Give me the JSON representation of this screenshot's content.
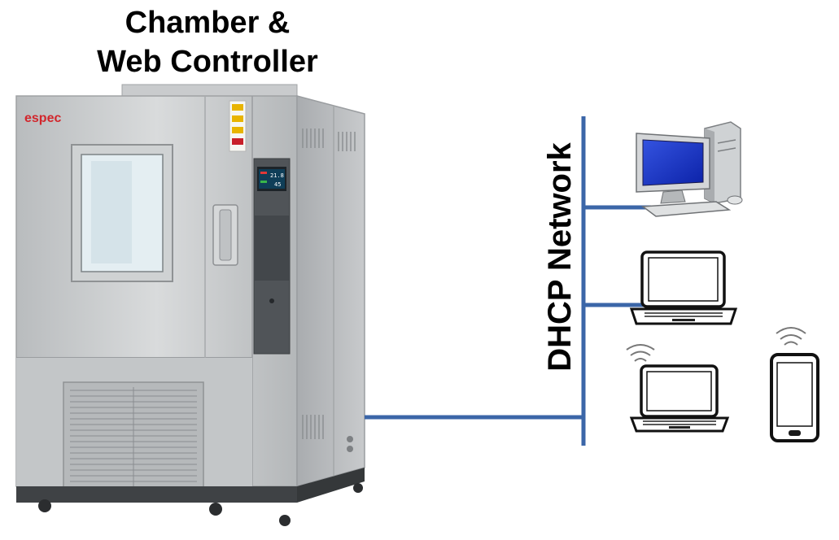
{
  "title": {
    "line1": "Chamber &",
    "line2": "Web Controller"
  },
  "chamber": {
    "brand": "espec",
    "display_temp": "21.8",
    "display_humidity": "45"
  },
  "network": {
    "label": "DHCP Network"
  },
  "colors": {
    "network_line": "#3b66a8",
    "monitor_screen": "#1f3ed0",
    "phone_button": "#1a1a1a"
  },
  "devices": [
    {
      "icon": "desktop-computer-icon"
    },
    {
      "icon": "laptop-icon"
    },
    {
      "icon": "wireless-laptop-icon",
      "wireless": true
    },
    {
      "icon": "smartphone-icon",
      "wireless": true
    }
  ]
}
